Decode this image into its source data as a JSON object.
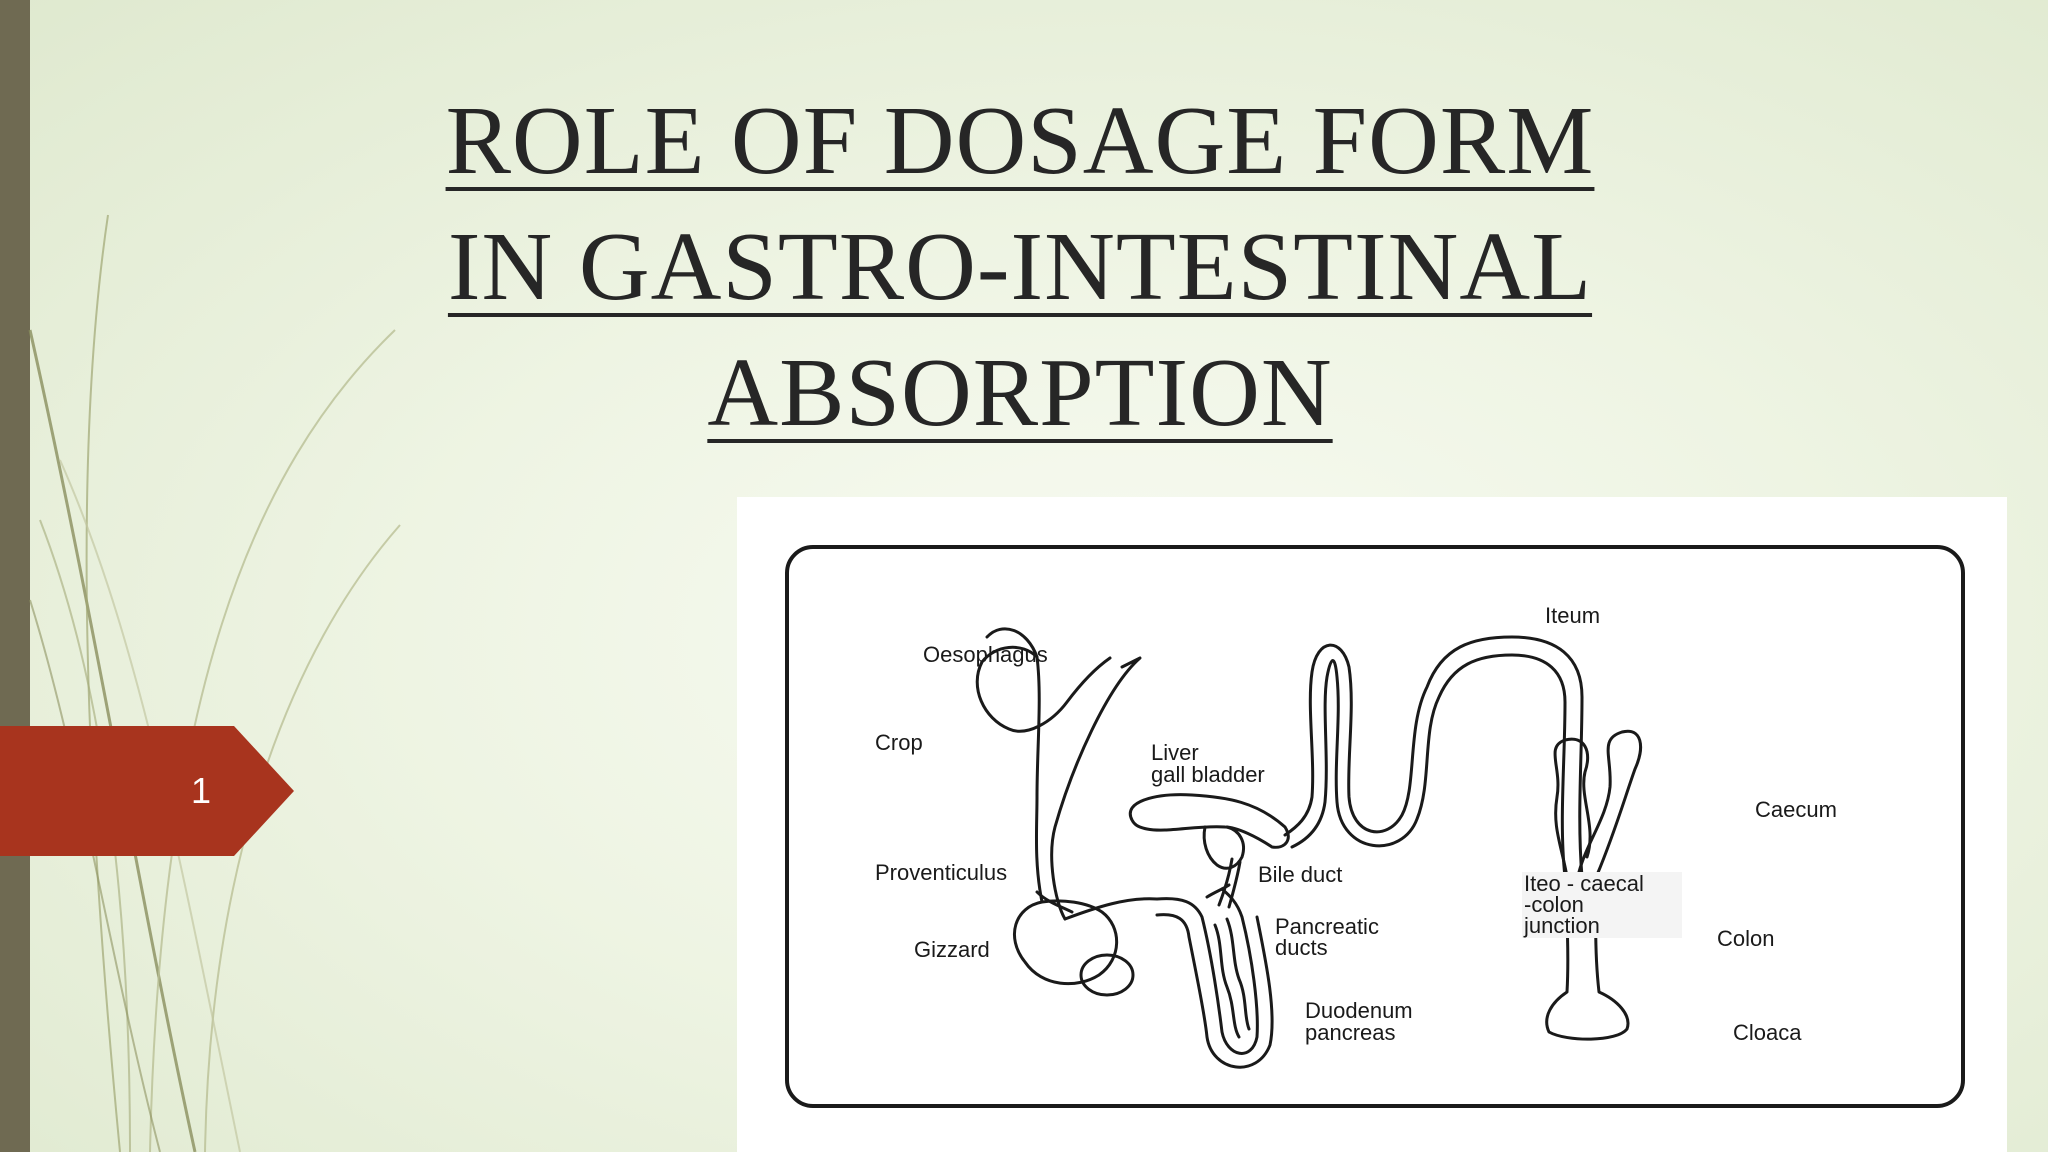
{
  "slide": {
    "number": "1",
    "title_lines": [
      "ROLE OF DOSAGE FORM",
      "IN GASTRO-INTESTINAL",
      "ABSORPTION"
    ]
  },
  "diagram": {
    "labels": {
      "oesophagus": "Oesophagus",
      "crop": "Crop",
      "proventiculus": "Proventiculus",
      "gizzard": "Gizzard",
      "liver": "Liver",
      "gall_bladder": "gall bladder",
      "bile_duct": "Bile duct",
      "pancreatic_1": "Pancreatic",
      "pancreatic_2": "ducts",
      "duodenum_1": "Duodenum",
      "duodenum_2": "pancreas",
      "ileum": "Iteum",
      "junction_1": "Iteo - caecal",
      "junction_2": "-colon",
      "junction_3": "junction",
      "caecum": "Caecum",
      "colon": "Colon",
      "cloaca": "Cloaca"
    }
  },
  "colors": {
    "left_bar": "#6f6a52",
    "number_tag": "#a8341e",
    "title_text": "#262626",
    "background": "#eef4e3"
  }
}
